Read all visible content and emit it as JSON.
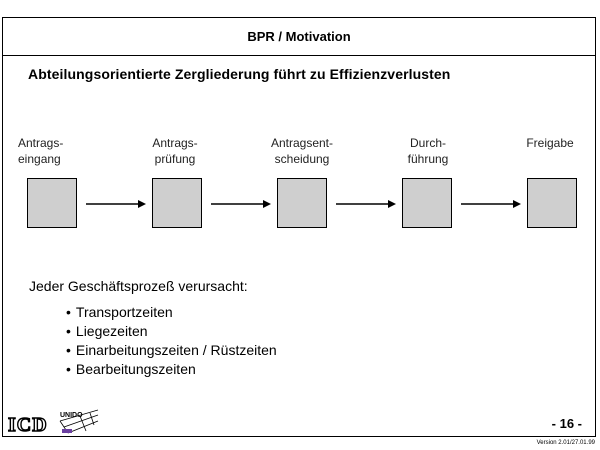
{
  "header": {
    "title": "BPR / Motivation"
  },
  "heading": "Abteilungsorientierte Zergliederung führt zu Effizienzverlusten",
  "steps": [
    {
      "label": "Antrags-\neingang"
    },
    {
      "label": "Antrags-\nprüfung"
    },
    {
      "label": "Antragsent-\nscheidung"
    },
    {
      "label": "Durch-\nführung"
    },
    {
      "label": "Freigabe"
    }
  ],
  "caption": "Jeder Geschäftsprozeß verursacht:",
  "bullets": [
    "Transportzeiten",
    "Liegezeiten",
    "Einarbeitungszeiten / Rüstzeiten",
    "Bearbeitungszeiten"
  ],
  "footer": {
    "logo_text": "ICD",
    "logo2_text": "UNIDO",
    "page": "- 16 -",
    "version": "Version 2.01/27.01.99"
  },
  "colors": {
    "box_fill": "#cfcfcf",
    "border": "#000000"
  }
}
